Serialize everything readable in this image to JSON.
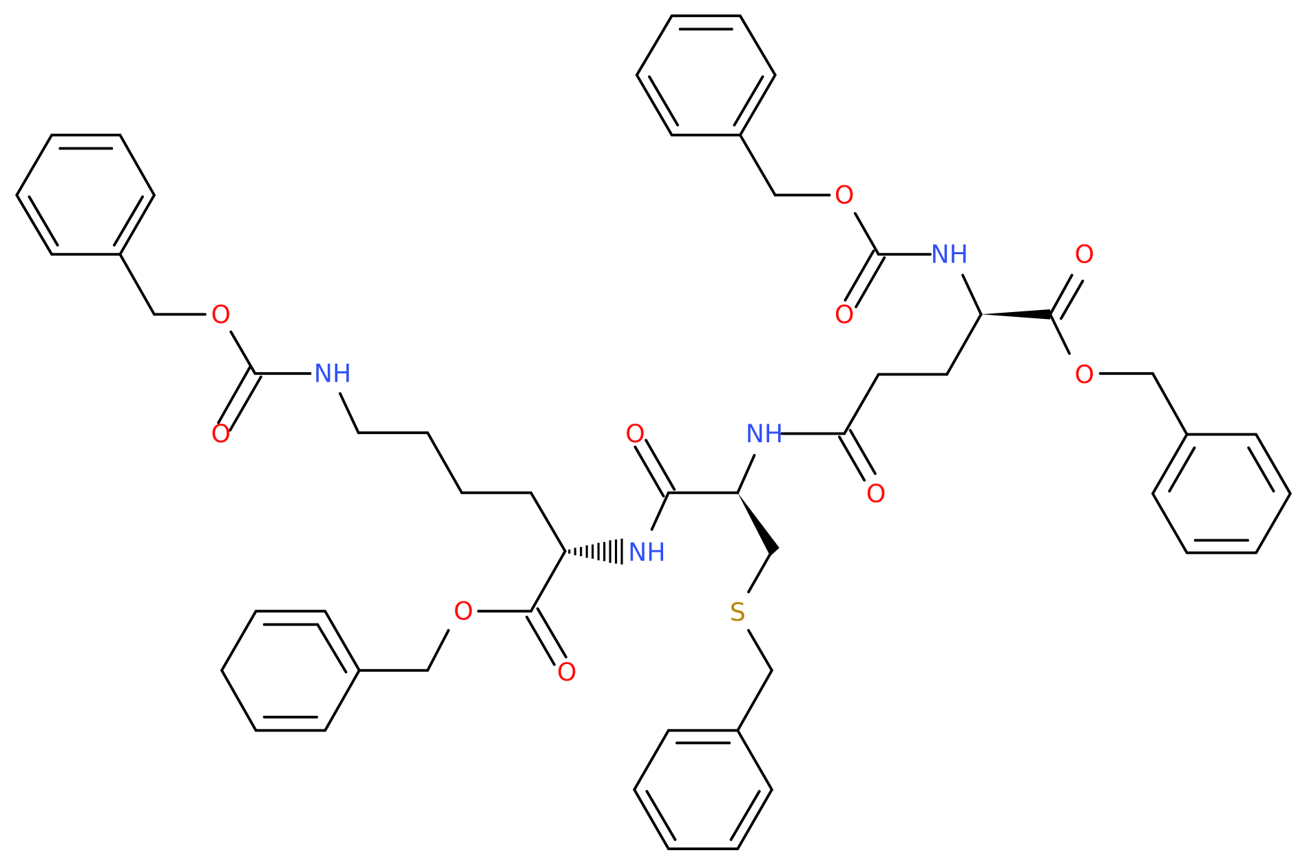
{
  "diagram": {
    "type": "chemical-structure",
    "description": "Peptide-like molecule: Z-protected Glu(OBn) gamma-linked to S-benzyl-Cys, linked to Lys(Z)-OBn",
    "atoms": {
      "o_cbz1": "O",
      "o_cbz1_keto": "O",
      "nh_lys_eps": "NH",
      "nh_lys_alpha": "NH",
      "o_lys_ester": "O",
      "o_lys_keto": "O",
      "o_cys_amide": "O",
      "nh_cys": "NH",
      "s_cys": "S",
      "o_glu_amide": "O",
      "nh_glu": "NH",
      "o_cbz2": "O",
      "o_cbz2_keto": "O",
      "o_glu_keto": "O",
      "o_glu_ester": "O"
    },
    "colors": {
      "oxygen": "#ff0d0d",
      "nitrogen": "#3050f8",
      "sulfur": "#b8860b",
      "bond": "#000000"
    },
    "ring_count": 5
  }
}
